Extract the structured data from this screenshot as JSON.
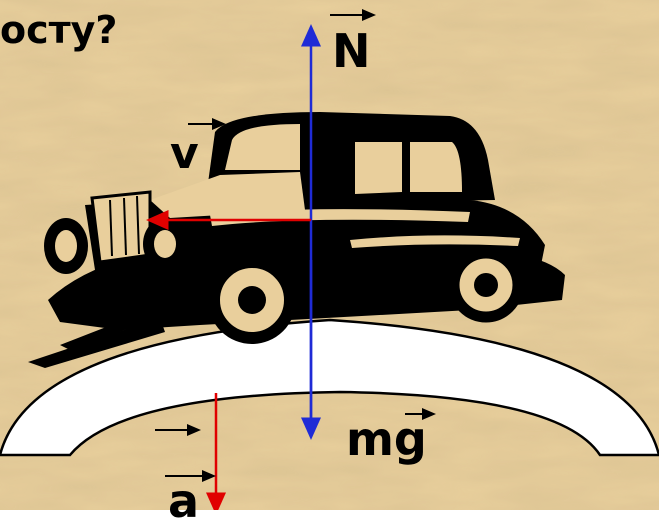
{
  "title": "осту?",
  "labels": {
    "normal_force": "N",
    "velocity": "v",
    "gravity": "mg",
    "acceleration": "a"
  },
  "colors": {
    "background": "#e9cf9c",
    "normal_force_arrow": "#1f2bd6",
    "velocity_arrow": "#e00000",
    "acceleration_arrow": "#e00000",
    "bridge_fill": "#ffffff",
    "outline": "#000000"
  },
  "icons": {
    "car": "vintage-car-icon",
    "bridge": "convex-bridge-icon"
  }
}
